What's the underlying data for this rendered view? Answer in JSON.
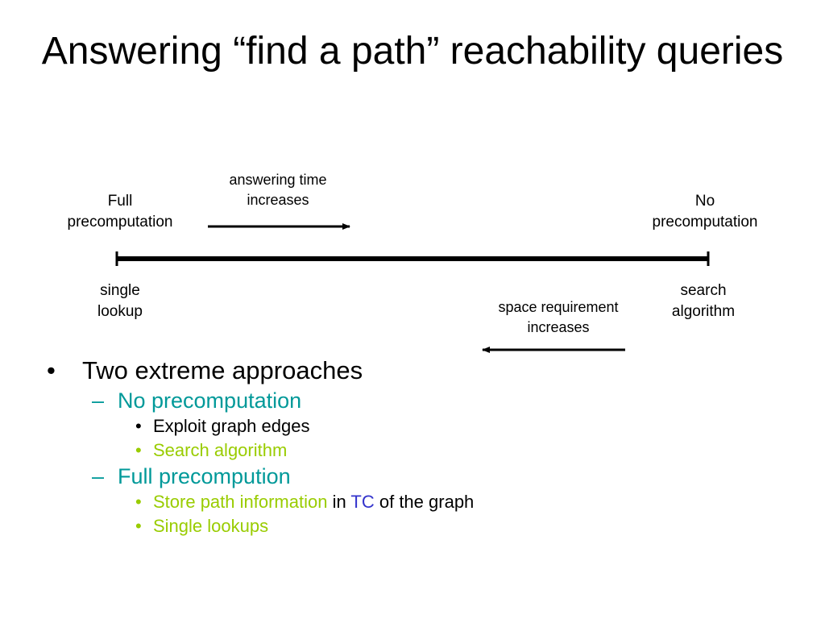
{
  "title": "Answering “find a path” reachability queries",
  "diagram": {
    "left_top": "Full\nprecomputation",
    "right_top": "No\nprecomputation",
    "left_bottom": "single\nlookup",
    "right_bottom": "search\nalgorithm",
    "time_label": "answering time\nincreases",
    "space_label": "space requirement\nincreases"
  },
  "bullets": {
    "l1_marker": "•",
    "l2_marker": "–",
    "l3_marker": "•",
    "main": "Two extreme approaches",
    "no_precomp": "No precomputation",
    "exploit": "Exploit graph edges",
    "search": "Search algorithm",
    "full_precomp": "Full precompution",
    "store_a": "Store path information",
    "store_b": " in ",
    "store_c": "TC",
    "store_d": " of the graph",
    "single": "Single lookups"
  },
  "colors": {
    "teal": "#009999",
    "green": "#99CC00",
    "blue": "#3333CC"
  }
}
